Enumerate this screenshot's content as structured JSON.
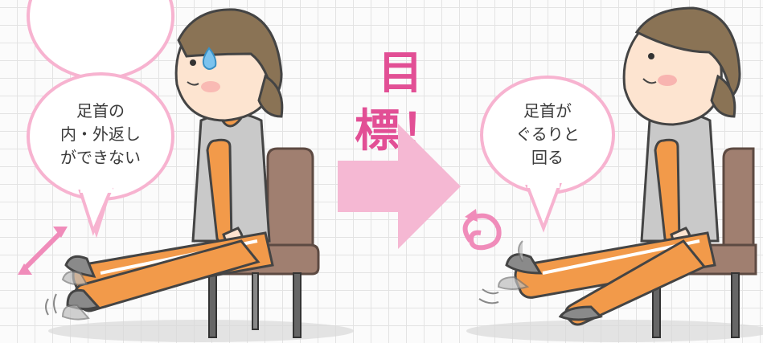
{
  "before": {
    "bubble_line1": "足首の",
    "bubble_line2": "内・外返し",
    "bubble_line3": "ができない"
  },
  "goal_label": "目標！",
  "after": {
    "bubble_line1": "足首が",
    "bubble_line2": "ぐるりと",
    "bubble_line3": "回る"
  },
  "colors": {
    "pants": "#f29a4a",
    "vest": "#c6c6c6",
    "chair": "#9b7b6c",
    "hair": "#8a7355",
    "arrow": "#f5b8d3",
    "accent": "#e24f95"
  }
}
